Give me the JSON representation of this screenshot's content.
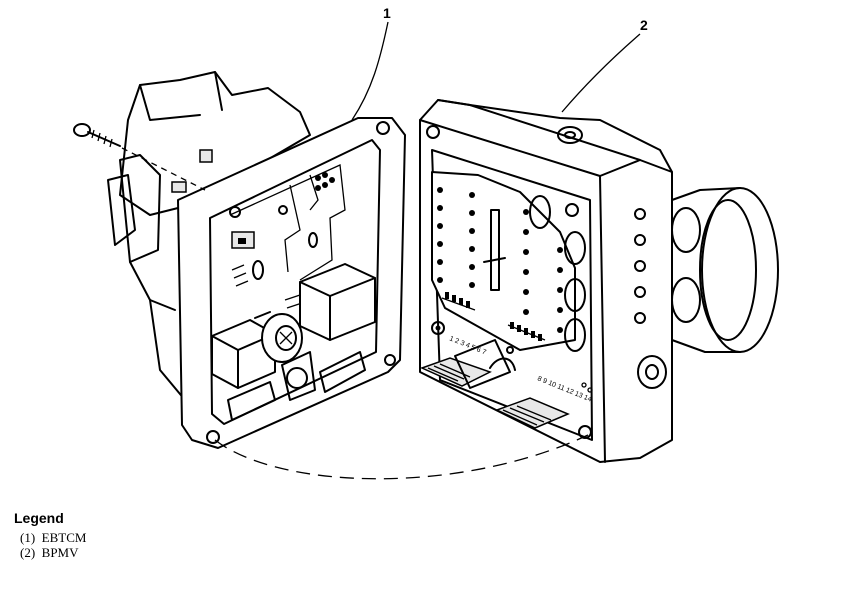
{
  "callouts": {
    "c1": "1",
    "c2": "2"
  },
  "pin_labels": {
    "left": "1 2 3 4 5 6 7",
    "right": "8 9 10 11 12 13 14"
  },
  "legend": {
    "title": "Legend",
    "items": [
      {
        "label": "(1)  EBTCM"
      },
      {
        "label": "(2)  BPMV"
      }
    ]
  }
}
